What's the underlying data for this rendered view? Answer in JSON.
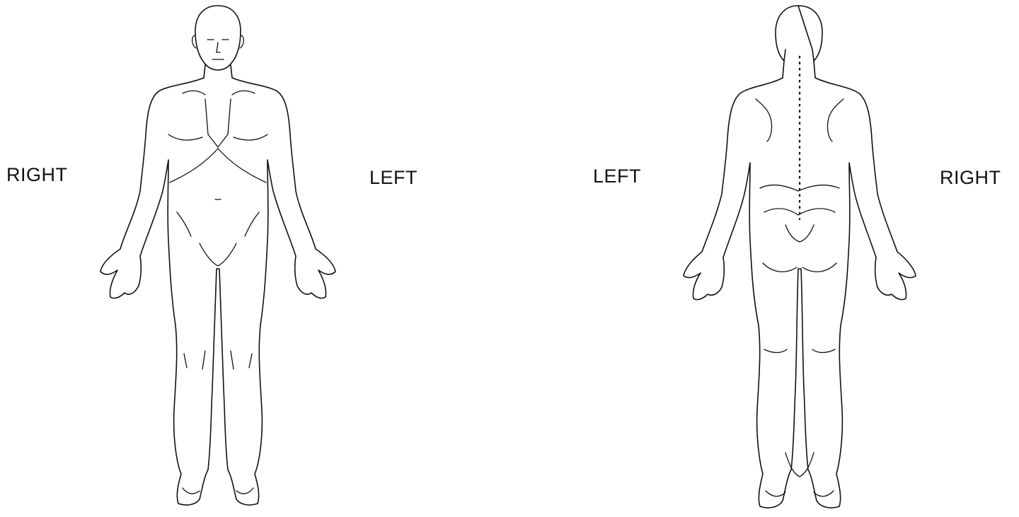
{
  "labels": {
    "front_right": "RIGHT",
    "front_left": "LEFT",
    "back_left": "LEFT",
    "back_right": "RIGHT"
  },
  "figures": {
    "front": {
      "view": "anterior body outline"
    },
    "back": {
      "view": "posterior body outline"
    }
  },
  "colors": {
    "line": "#111111",
    "background": "#ffffff"
  }
}
